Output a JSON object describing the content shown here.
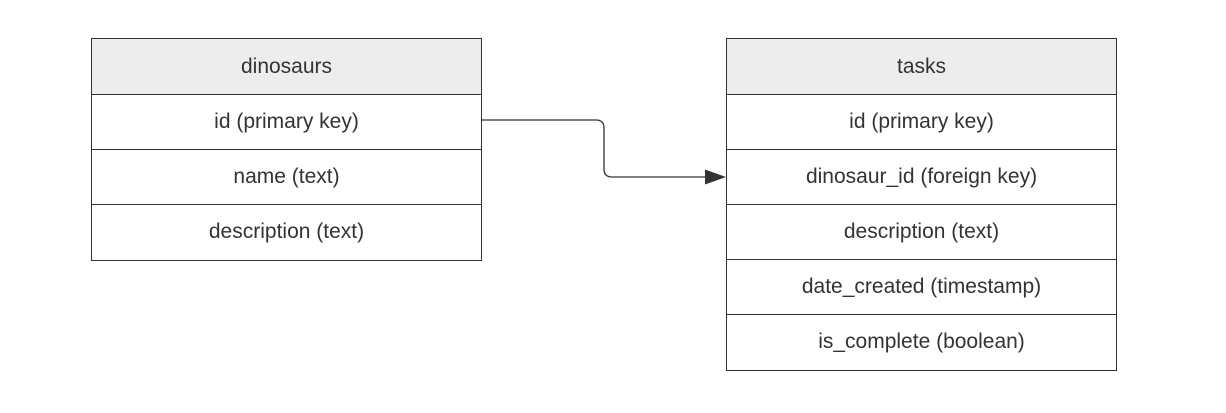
{
  "entities": [
    {
      "name": "dinosaurs",
      "fields": [
        "id (primary key)",
        "name (text)",
        "description (text)"
      ]
    },
    {
      "name": "tasks",
      "fields": [
        "id (primary key)",
        "dinosaur_id (foreign key)",
        "description (text)",
        "date_created (timestamp)",
        "is_complete (boolean)"
      ]
    }
  ],
  "colors": {
    "border": "#333333",
    "header_fill": "#ededed",
    "text": "#333333",
    "connector": "#333333"
  }
}
